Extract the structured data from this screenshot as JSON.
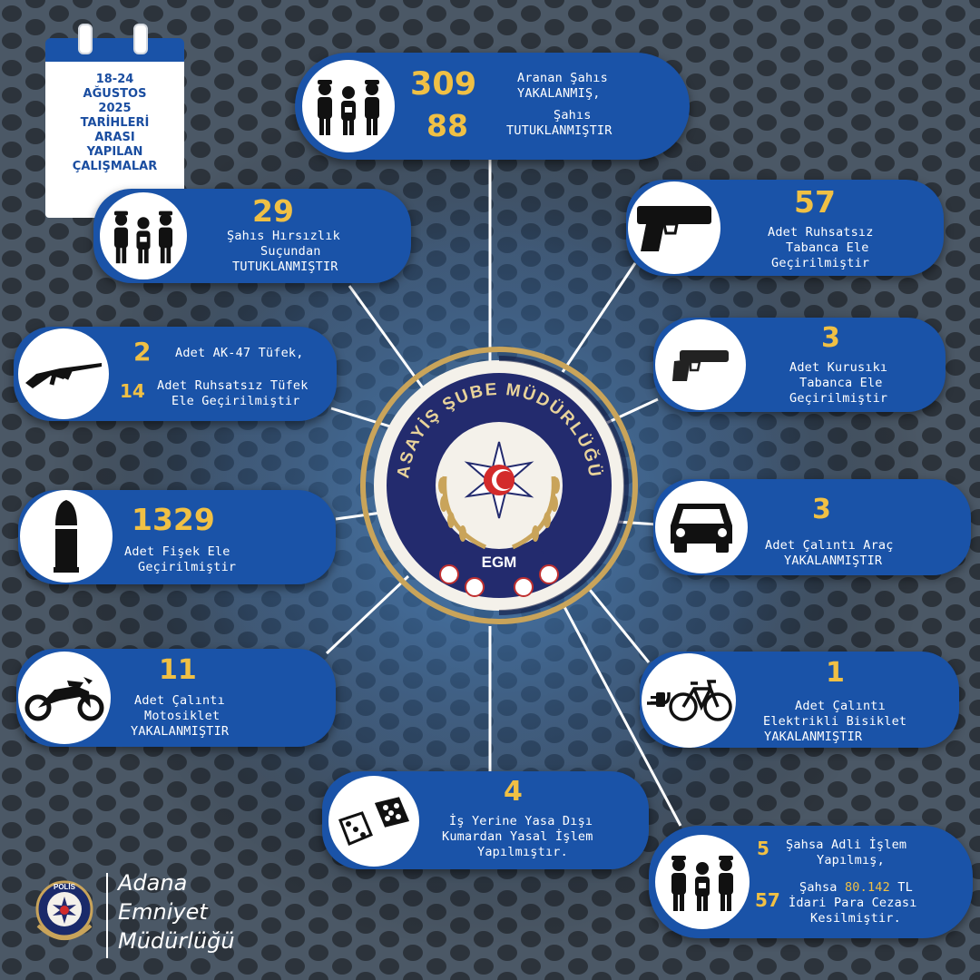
{
  "calendar": {
    "lines": [
      "18-24",
      "AĞUSTOS",
      "2025",
      "TARİHLERİ",
      "ARASI",
      "YAPILAN",
      "ÇALIŞMALAR"
    ]
  },
  "center_emblem": {
    "ring_text": "ASAYİŞ ŞUBE MÜDÜRLÜĞÜ",
    "badge": "EGM"
  },
  "cards": {
    "wanted": {
      "n1": "309",
      "l1a": "Aranan Şahıs",
      "l1b": "YAKALANMIŞ,",
      "n2": "88",
      "l2a": "Şahıs",
      "l2b": "TUTUKLANMIŞTIR",
      "icon": "arrested-person-icon"
    },
    "theft": {
      "n": "29",
      "l1": "Şahıs Hırsızlık",
      "l2": "Suçundan",
      "l3": "TUTUKLANMIŞTIR",
      "icon": "arrested-person-icon"
    },
    "rifles": {
      "n1": "2",
      "l1": "Adet AK-47 Tüfek,",
      "n2": "14",
      "l2": "Adet Ruhsatsız Tüfek",
      "l3": "Ele Geçirilmiştir",
      "icon": "rifle-icon"
    },
    "ammo": {
      "n": "1329",
      "l1": "Adet Fişek Ele",
      "l2": "Geçirilmiştir",
      "icon": "bullet-icon"
    },
    "motorcycle": {
      "n": "11",
      "l1": "Adet Çalıntı",
      "l2": "Motosiklet",
      "l3": "YAKALANMIŞTIR",
      "icon": "motorcycle-icon"
    },
    "gambling": {
      "n": "4",
      "l1": "İş Yerine Yasa Dışı",
      "l2": "Kumardan Yasal İşlem",
      "l3": "Yapılmıştır.",
      "icon": "dice-icon"
    },
    "pistols": {
      "n": "57",
      "l1": "Adet Ruhsatsız",
      "l2": "Tabanca Ele",
      "l3": "Geçirilmiştir",
      "icon": "pistol-icon"
    },
    "blank_guns": {
      "n": "3",
      "l1": "Adet Kurusıkı",
      "l2": "Tabanca Ele",
      "l3": "Geçirilmiştir",
      "icon": "blank-gun-icon"
    },
    "cars": {
      "n": "3",
      "l1": "Adet Çalıntı Araç",
      "l2": "YAKALANMIŞTIR",
      "icon": "car-icon"
    },
    "ebike": {
      "n": "1",
      "l1": "Adet Çalıntı",
      "l2": "Elektrikli Bisiklet",
      "l3": "YAKALANMIŞTIR",
      "icon": "electric-bike-icon"
    },
    "fines": {
      "n1": "5",
      "l1a": "Şahsa Adli İşlem",
      "l1b": "Yapılmış,",
      "n2": "57",
      "l2a_pre": "Şahsa ",
      "l2a_amt": "80.142",
      "l2a_post": " TL",
      "l2b": "İdari Para Cezası",
      "l2c": "Kesilmiştir.",
      "icon": "arrested-person-icon"
    }
  },
  "logo": {
    "lines": [
      "Adana",
      "Emniyet",
      "Müdürlüğü"
    ],
    "badge_text": "POLİS"
  },
  "colors": {
    "card": "#1a53a8",
    "number": "#f0c044",
    "background": "#3a4552"
  }
}
